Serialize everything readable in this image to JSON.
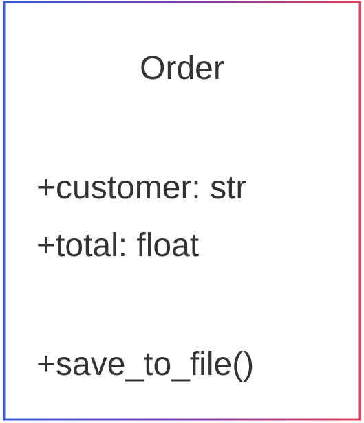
{
  "class": {
    "name": "Order",
    "attributes": [
      "+customer: str",
      "+total: float"
    ],
    "methods": [
      "+save_to_file()"
    ]
  },
  "colors": {
    "stroke_gradient_start": "#3a5bd9",
    "stroke_gradient_mid": "#7a3fb0",
    "stroke_gradient_end": "#e0405a",
    "text": "#333333",
    "background": "#ffffff"
  }
}
